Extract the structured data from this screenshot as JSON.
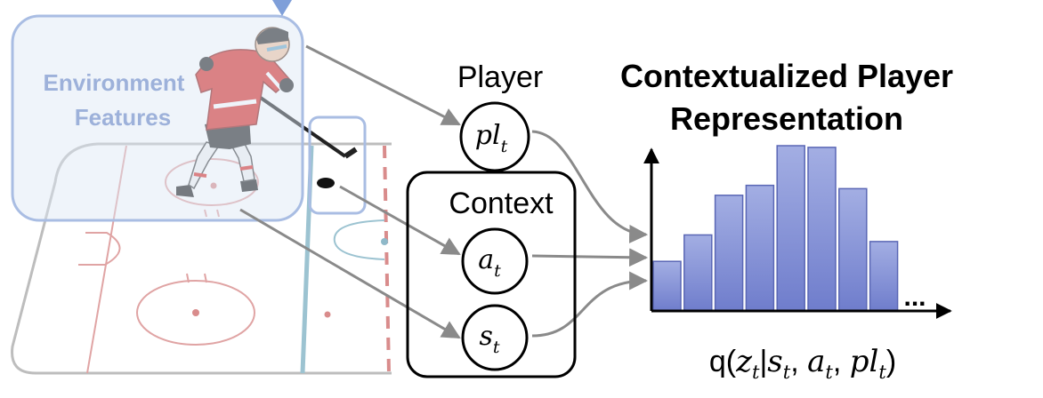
{
  "environment": {
    "label_line1": "Environment",
    "label_line2": "Features"
  },
  "player": {
    "label": "Player",
    "node_main": "pl",
    "node_sub": "t"
  },
  "context": {
    "label": "Context",
    "action_main": "a",
    "action_sub": "t",
    "state_main": "s",
    "state_sub": "t"
  },
  "representation": {
    "title_line1": "Contextualized Player",
    "title_line2": "Representation",
    "ellipsis": "...",
    "bar_values": [
      0.3,
      0.46,
      0.7,
      0.76,
      1.0,
      0.99,
      0.74,
      0.42
    ],
    "formula_prefix": "q(",
    "formula_z": "z",
    "formula_sub": "t",
    "formula_bar": "|",
    "formula_s": "s",
    "formula_comma": ", ",
    "formula_a": "a",
    "formula_pl": "pl",
    "formula_close": ")"
  },
  "colors": {
    "bar_fill_top": "#98A4DF",
    "bar_fill_bottom": "#6E7CCB",
    "bar_stroke": "#5A67B5",
    "arrow": "#8A8A8A",
    "highlight_box": "#A9BDE3",
    "highlight_text": "#9DB1DA",
    "rink_red": "#D9A0A0",
    "rink_blue": "#8FB9C9",
    "player_jersey": "#D9302B"
  },
  "icons": [
    "hockey-player-icon",
    "hockey-puck-icon",
    "selection-marker-icon"
  ]
}
